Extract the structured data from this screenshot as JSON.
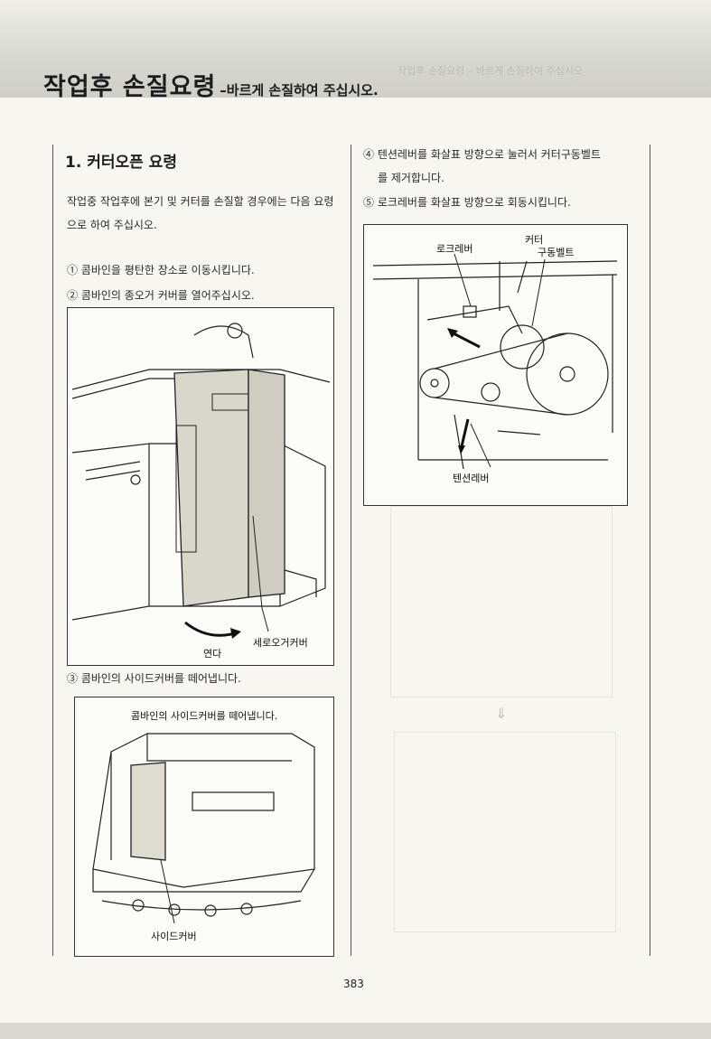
{
  "header": {
    "title": "작업후 손질요령",
    "subtitle": "–바르게 손질하여 주십시오."
  },
  "left": {
    "section_title": "1. 커터오픈 요령",
    "intro": "작업중 작업후에 본기 및 커터를 손질할 경우에는 다음 요령으로 하여 주십시오.",
    "step1": "① 콤바인을 평탄한 장소로 이동시킵니다.",
    "step2": "② 콤바인의 종오거 커버를 열어주십시오.",
    "fig1_label_cover": "세로오거커버",
    "fig1_label_lift": "연다",
    "step3": "③ 콤바인의 사이드커버를 떼어냅니다.",
    "fig2_caption": "콤바인의 사이드커버를 떼어냅니다.",
    "fig2_label": "사이드커버"
  },
  "right": {
    "step4_line1": "④ 텐션레버를 화살표 방향으로 눌러서 커터구동벨트",
    "step4_line2": "를 제거합니다.",
    "step5": "⑤ 로크레버를 화살표 방향으로 회동시킵니다.",
    "fig3_label_lock": "로크레버",
    "fig3_label_cutter": "커터",
    "fig3_label_belt": "구동벨트",
    "fig3_label_tension": "텐션레버"
  },
  "page_number": "383"
}
